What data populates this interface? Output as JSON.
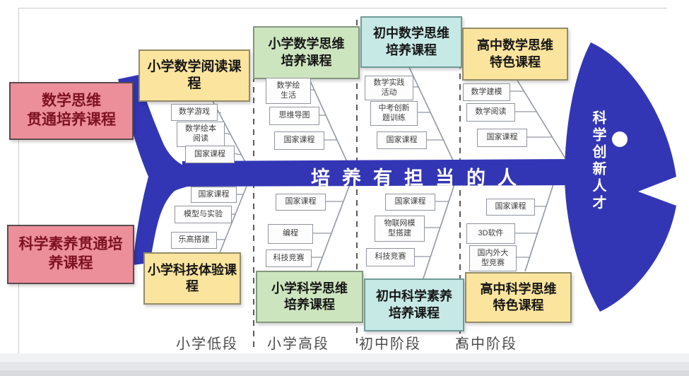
{
  "fish": {
    "slogan": "培养有担当的人",
    "head_label": "科学创新人才",
    "body_color": "#3336b4"
  },
  "goals": {
    "math": "数学思维\n贯通培养课程",
    "science": "科学素养贯通培\n养课程"
  },
  "sections": [
    {
      "stage": "小学低段",
      "top": {
        "title": "小学数学阅读课\n程",
        "color": "#fbe49d",
        "items": [
          "数学游戏",
          "数学绘本\n阅读",
          "国家课程"
        ]
      },
      "bottom": {
        "title": "小学科技体验课\n程",
        "color": "#fbe49d",
        "items": [
          "国家课程",
          "模型与实验",
          "乐高搭建"
        ]
      }
    },
    {
      "stage": "小学高段",
      "top": {
        "title": "小学数学思维\n培养课程",
        "color": "#cde5bf",
        "items": [
          "数学绘\n生活",
          "思维导图",
          "国家课程"
        ]
      },
      "bottom": {
        "title": "小学科学思维\n培养课程",
        "color": "#cde5bf",
        "items": [
          "国家课程",
          "编程",
          "科技竞赛"
        ]
      }
    },
    {
      "stage": "初中阶段",
      "top": {
        "title": "初中数学思维\n培养课程",
        "color": "#c6e9e6",
        "items": [
          "数学实践\n活动",
          "中考创新\n题训练",
          "国家课程"
        ]
      },
      "bottom": {
        "title": "初中科学素养\n培养课程",
        "color": "#c6e9e6",
        "items": [
          "国家课程",
          "物联网模\n型搭建",
          "科技竞赛"
        ]
      }
    },
    {
      "stage": "高中阶段",
      "top": {
        "title": "高中数学思维\n特色课程",
        "color": "#fbe49d",
        "items": [
          "数学建模",
          "数学阅读",
          "国家课程"
        ]
      },
      "bottom": {
        "title": "高中科学思维\n特色课程",
        "color": "#fbe49d",
        "items": [
          "国家课程",
          "3D软件",
          "国内外大\n型竞赛"
        ]
      }
    }
  ],
  "palette": {
    "goal_box": "#ec8f9b",
    "goal_text": "#7d1220",
    "primary_yellow": "#fbe49d",
    "primary_green": "#cde5bf",
    "primary_cyan": "#c6e9e6",
    "fish_blue": "#3336b4",
    "line_gray": "#9298a0"
  }
}
